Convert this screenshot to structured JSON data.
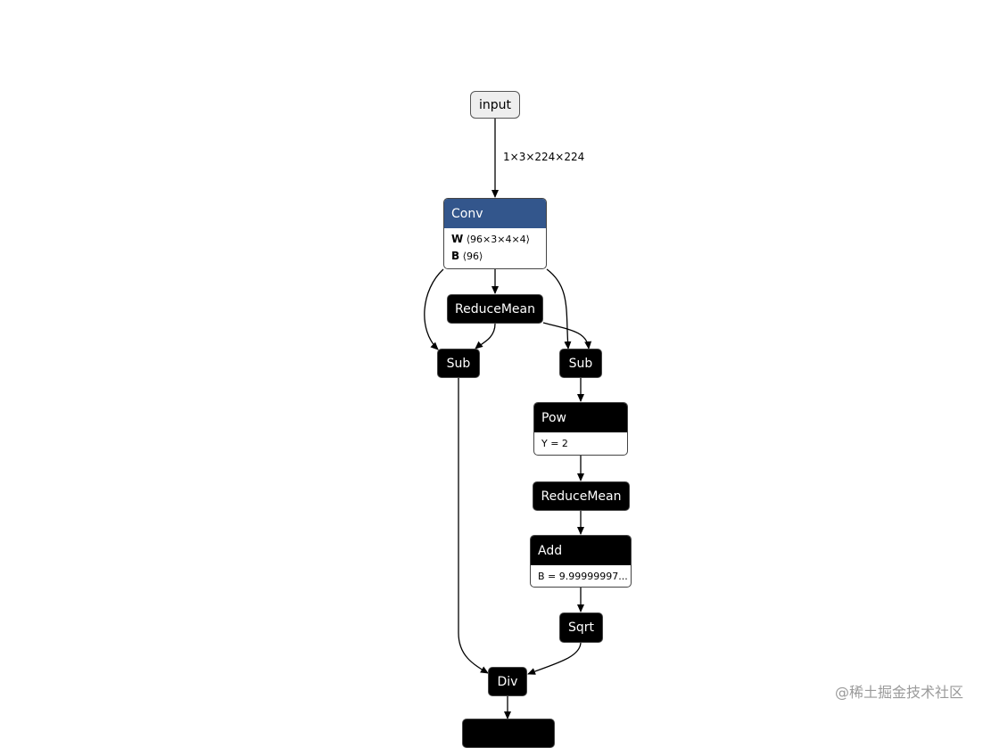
{
  "graph": {
    "input": {
      "label": "input"
    },
    "input_edge_shape": "1×3×224×224",
    "conv": {
      "label": "Conv",
      "weights": [
        {
          "name": "W",
          "shape": "⟨96×3×4×4⟩"
        },
        {
          "name": "B",
          "shape": "⟨96⟩"
        }
      ]
    },
    "reduce_mean_1": {
      "label": "ReduceMean"
    },
    "sub_left": {
      "label": "Sub"
    },
    "sub_right": {
      "label": "Sub"
    },
    "pow": {
      "label": "Pow",
      "attr": "Y = 2"
    },
    "reduce_mean_2": {
      "label": "ReduceMean"
    },
    "add": {
      "label": "Add",
      "attr": "B = 9.99999997..."
    },
    "sqrt": {
      "label": "Sqrt"
    },
    "div": {
      "label": "Div"
    }
  },
  "watermark": "@稀土掘金技术社区",
  "colors": {
    "conv_header": "#33568c",
    "op_node": "#000000",
    "input_node": "#eeeeee",
    "edge": "#000000"
  }
}
